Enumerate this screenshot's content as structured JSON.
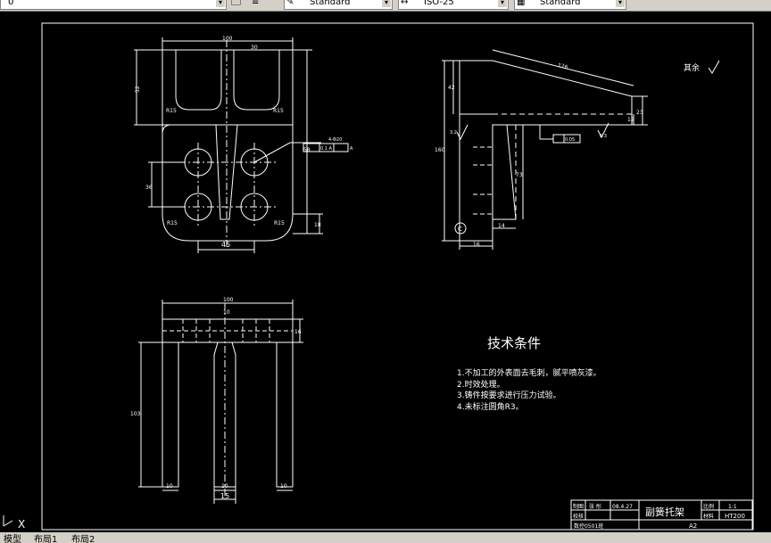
{
  "toolbar": {
    "layer_value": "0",
    "text_style_value": "Standard",
    "dim_style_value": "ISO-25",
    "table_style_value": "Standard"
  },
  "tabs": {
    "model": "模型",
    "layout1": "布局1",
    "layout2": "布局2"
  },
  "drawing": {
    "front_dims": {
      "width_total": "100",
      "inner_gap": "30",
      "height_top": "52",
      "fillet_left": "R15",
      "fillet_right": "R15",
      "ref_side": "58",
      "hole_spacing": "36",
      "corner_left": "R15",
      "corner_right": "R15",
      "bottom_width": "45",
      "bottom_right": "18",
      "hole_callout": "4-Φ20",
      "tol_frame": "0.1 A",
      "datum_label": "A"
    },
    "side_dims": {
      "slope_len": "126",
      "top_h": "42",
      "right_h": "23",
      "right_w": "12",
      "side_total": "160",
      "mid_h": "73",
      "bottom_w": "16",
      "base_14": "14",
      "roughness_left": "3.2",
      "roughness_flat": "6.3",
      "flatness": "0.05",
      "datum_c": "C"
    },
    "bottom_dims": {
      "width_total": "100",
      "center_mark": "10",
      "flange_h": "16",
      "height_total": "103",
      "foot_left": "10",
      "foot_mid": "10",
      "foot_right": "10",
      "web_w": "15"
    },
    "other_label": "其余",
    "tech": {
      "title": "技术条件",
      "lines": [
        "1.不加工的外表面去毛刺，腻平喷灰漆。",
        "2.时效处理。",
        "3.铸件按要求进行压力试验。",
        "4.未标注圆角R3。"
      ]
    },
    "title_block": {
      "draw_label": "制图",
      "drawer": "张 彤",
      "date": "08.4.27",
      "check_label": "校核",
      "part_name": "副簧托架",
      "scale_label": "比例",
      "scale_value": "1:1",
      "material_label": "材料",
      "material_value": "HT200",
      "class_value": "数控0501班",
      "size_value": "A2"
    },
    "ucs_x": "X"
  },
  "colors": {
    "background": "#000000",
    "line": "#ffffff",
    "toolbar": "#d4d0c8"
  }
}
